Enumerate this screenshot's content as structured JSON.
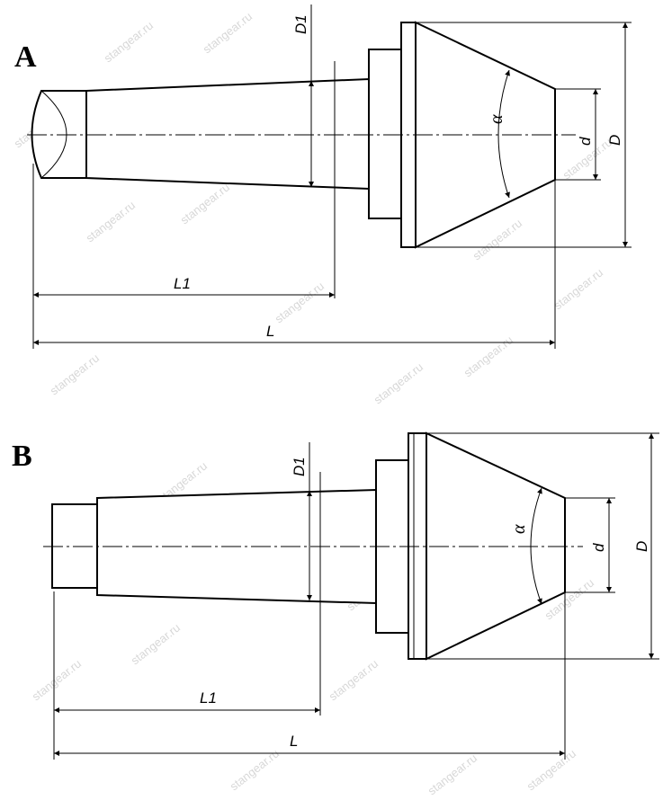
{
  "watermark": "stangear.ru",
  "views": [
    {
      "label": "A",
      "dims": {
        "D1": "D1",
        "L1": "L1",
        "L": "L",
        "d": "d",
        "D": "D",
        "alpha": "α"
      }
    },
    {
      "label": "B",
      "dims": {
        "D1": "D1",
        "L1": "L1",
        "L": "L",
        "d": "d",
        "D": "D",
        "alpha": "α"
      }
    }
  ]
}
